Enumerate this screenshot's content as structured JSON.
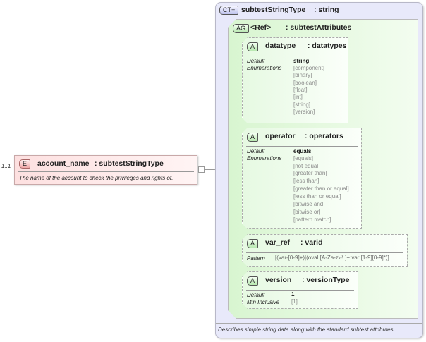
{
  "element": {
    "cardinality": "1..1",
    "badge": "E",
    "name": "account_name",
    "type": ": subtestStringType",
    "description": "The name of the account to check the privileges and rights of."
  },
  "complex_type": {
    "badge": "CT+",
    "name": "subtestStringType",
    "base": ": string",
    "description": "Describes simple string data along with the standard subtest attributes."
  },
  "attribute_group": {
    "badge": "AG",
    "name": "<Ref>",
    "type": ": subtestAttributes"
  },
  "attributes": [
    {
      "badge": "A",
      "name": "datatype",
      "type": ": datatypes",
      "facets": [
        {
          "label": "Default",
          "values": [
            "string"
          ]
        },
        {
          "label": "Enumerations",
          "values": [
            "[component]",
            "[binary]",
            "[boolean]",
            "[float]",
            "[int]",
            "[string]",
            "[version]"
          ]
        }
      ]
    },
    {
      "badge": "A",
      "name": "operator",
      "type": ": operators",
      "facets": [
        {
          "label": "Default",
          "values": [
            "equals"
          ]
        },
        {
          "label": "Enumerations",
          "values": [
            "[equals]",
            "[not equal]",
            "[greater than]",
            "[less than]",
            "[greater than or equal]",
            "[less than or equal]",
            "[bitwise and]",
            "[bitwise or]",
            "[pattern match]"
          ]
        }
      ]
    },
    {
      "badge": "A",
      "name": "var_ref",
      "type": ": varid",
      "facets": [
        {
          "label": "Pattern",
          "values": [
            "[(var-[0-9]+)|(oval:[A-Za-z\\-\\.]+:var:[1-9][0-9]*)]"
          ]
        }
      ]
    },
    {
      "badge": "A",
      "name": "version",
      "type": ": versionType",
      "facets": [
        {
          "label": "Default",
          "values": [
            "1"
          ]
        },
        {
          "label": "Min Inclusive",
          "values": [
            "[1]"
          ]
        }
      ]
    }
  ],
  "colors": {
    "element_bg": "#fde0e0",
    "complex_type_bg": "#e8e9fa",
    "group_bg": "#d8f5d0"
  }
}
